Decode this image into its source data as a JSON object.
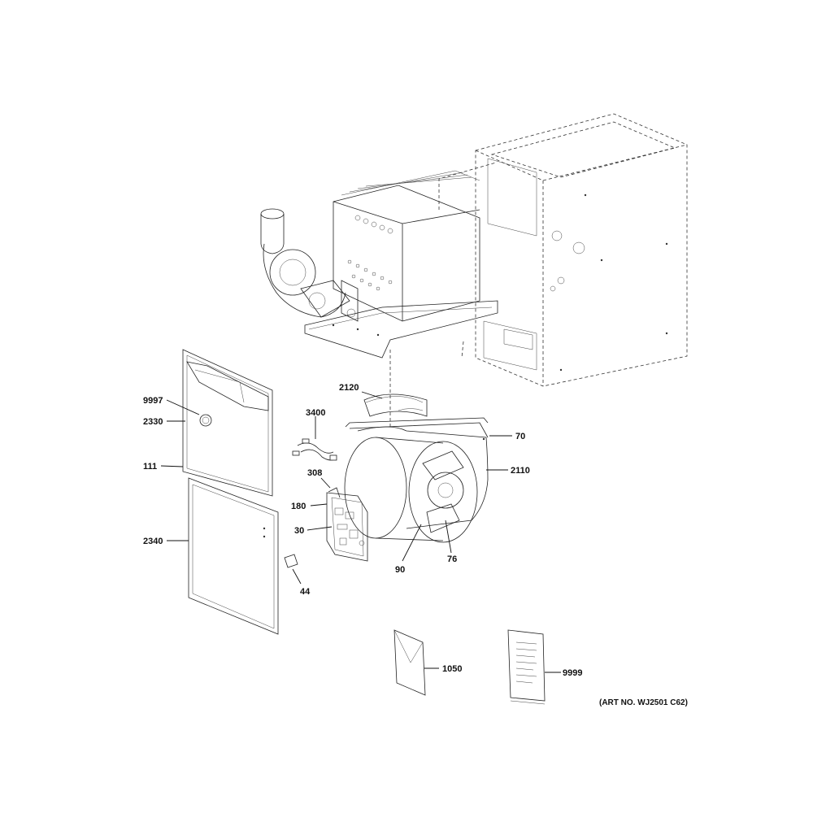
{
  "labels": {
    "p9997": "9997",
    "p2330": "2330",
    "p111": "111",
    "p2340": "2340",
    "p3400": "3400",
    "p308": "308",
    "p180": "180",
    "p30": "30",
    "p44": "44",
    "p2120": "2120",
    "p70": "70",
    "p2110": "2110",
    "p90": "90",
    "p76": "76",
    "p1050": "1050",
    "p9999": "9999"
  },
  "art_number": "(ART NO. WJ2501 C62)",
  "colors": {
    "line": "#222222",
    "background": "#ffffff"
  }
}
